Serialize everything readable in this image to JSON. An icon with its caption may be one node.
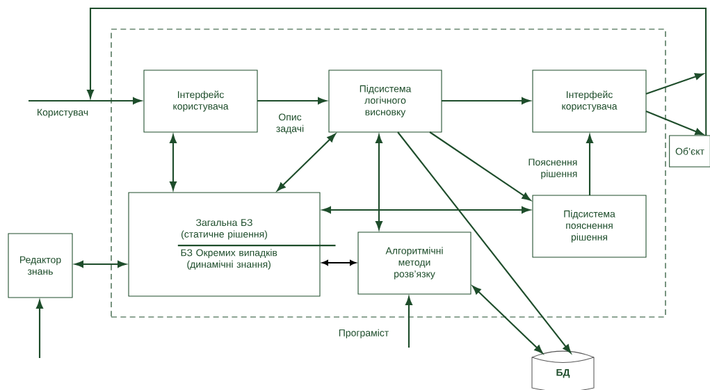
{
  "diagram": {
    "nodes": [
      {
        "text": [],
        "shape": "box"
      },
      {
        "text": [
          "Інтерфейс користувача"
        ],
        "in": 0
      },
      {
        "text": [
          "Підсистема логічного висновку"
        ],
        "in": 0
      },
      {
        "text": [
          "Інтерфейс користувача"
        ],
        "in": 0
      },
      {
        "text": [
          "Об’єкт"
        ]
      },
      {
        "text": [
          "Загальна БЗ (статичне рішення)",
          "БЗ Окремих випадків (динамічні знання)"
        ],
        "in": 0
      },
      {
        "text": [
          "Підсистема пояснення рішення"
        ],
        "in": 0
      },
      {
        "text": [
          "Редактор знань"
        ]
      },
      {
        "text": [
          "Алгоритмічні методи розв’язку"
        ],
        "in": 0
      },
      {
        "text": [
          "**БД**"
        ]
      }
    ],
    "edges": [
      {
        "from": null,
        "to": 1,
        "arrow": "to",
        "label": "Користувач"
      },
      {
        "from": 4,
        "to": null,
        "arrow": "to"
      },
      {
        "from": 1,
        "to": 2,
        "arrow": "to",
        "label": "Опис задачі"
      },
      {
        "from": 2,
        "to": 3,
        "arrow": "to"
      },
      {
        "from": 3,
        "to": null,
        "arrow": "to"
      },
      {
        "from": 3,
        "to": 4,
        "arrow": "to"
      },
      {
        "from": 1,
        "to": 5,
        "arrow": "both"
      },
      {
        "from": 2,
        "to": 5,
        "arrow": "both"
      },
      {
        "from": 2,
        "to": 8,
        "arrow": "both"
      },
      {
        "from": 2,
        "to": 6,
        "arrow": "to"
      },
      {
        "from": 2,
        "to": 9,
        "arrow": "to"
      },
      {
        "from": 5,
        "to": 6,
        "arrow": "both"
      },
      {
        "from": 6,
        "to": 3,
        "arrow": "to",
        "label": "Пояснення рішення"
      },
      {
        "from": 7,
        "to": 5,
        "arrow": "both"
      },
      {
        "from": 5,
        "to": 8,
        "arrow": "both",
        "color": "#000000"
      },
      {
        "from": null,
        "to": 7,
        "arrow": "to"
      },
      {
        "from": null,
        "to": 8,
        "arrow": "to",
        "label": "Програміст"
      },
      {
        "from": 8,
        "to": 9,
        "arrow": "both"
      }
    ]
  }
}
